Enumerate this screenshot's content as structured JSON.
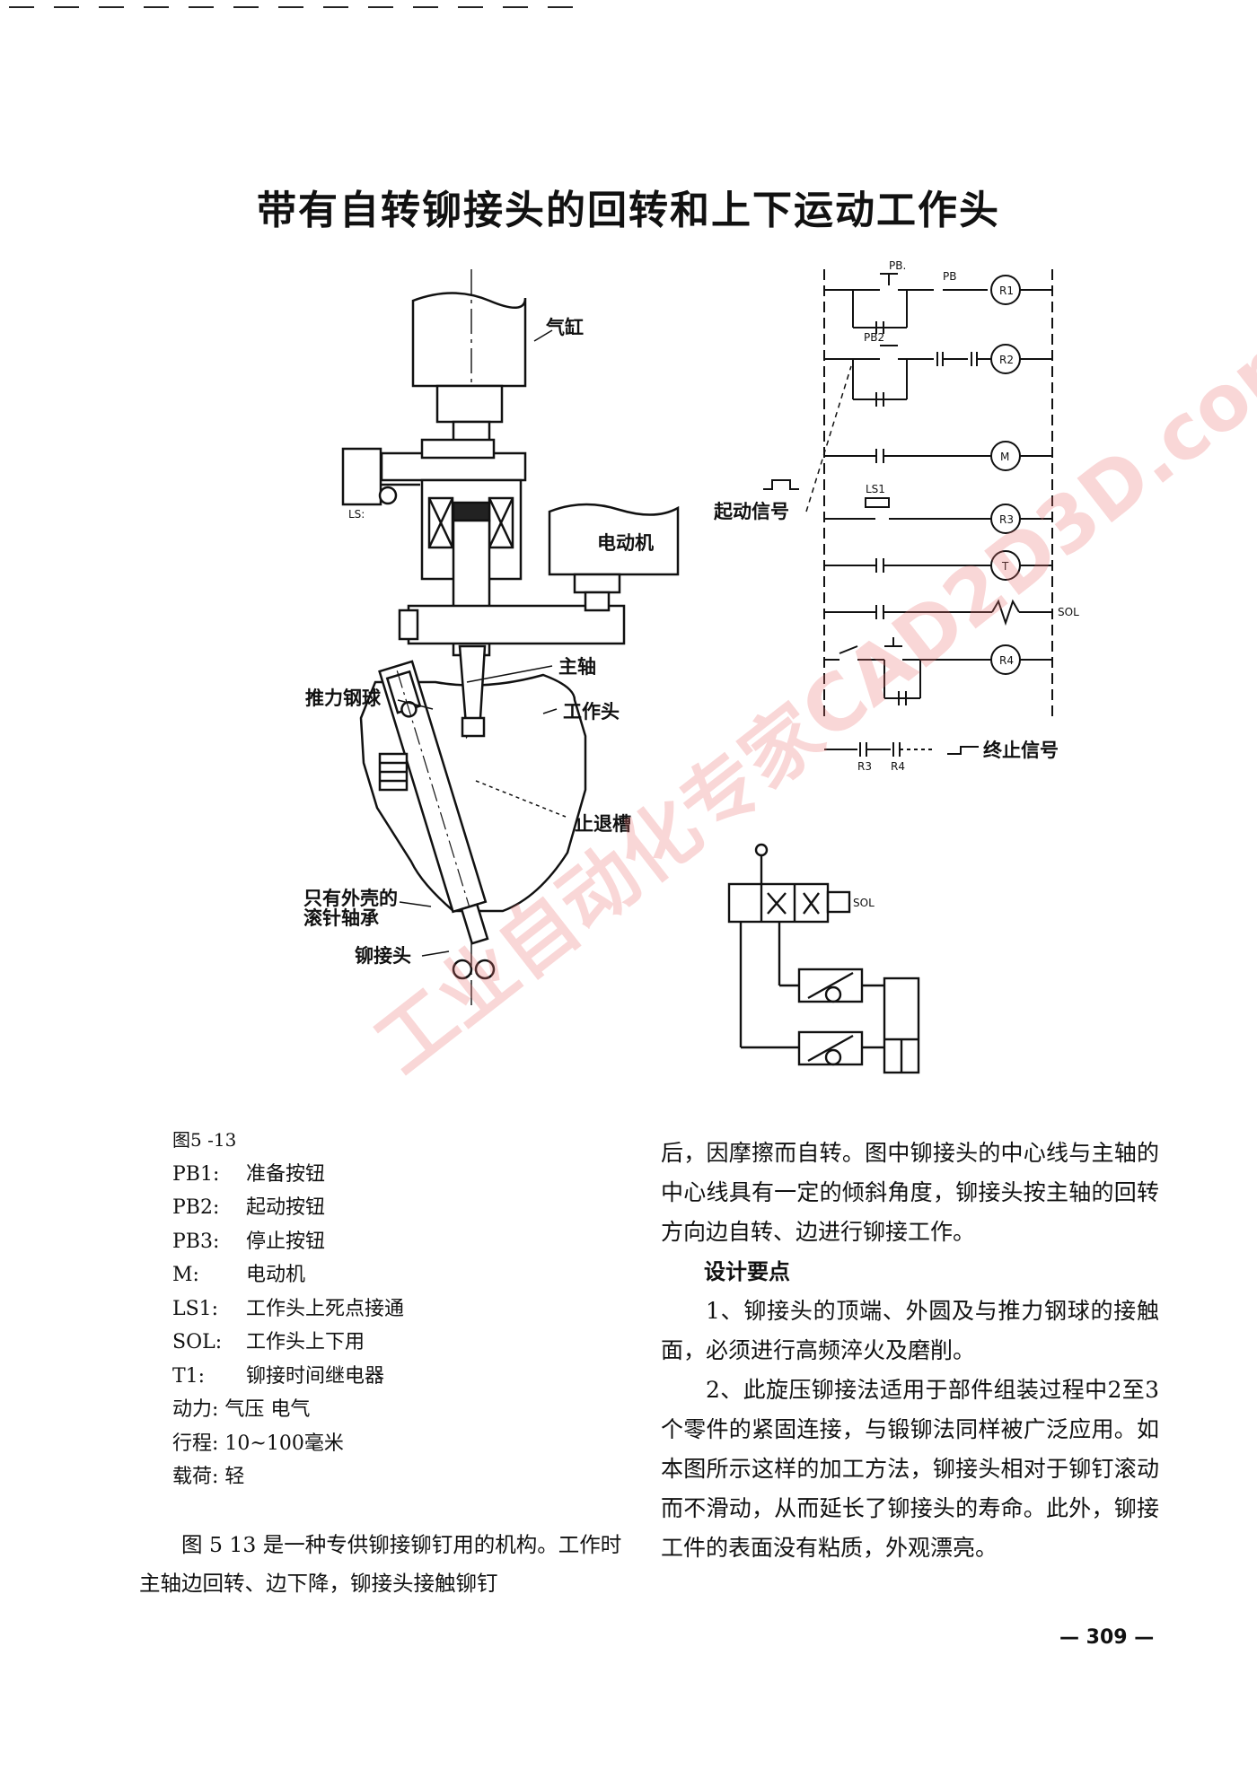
{
  "title": "带有自转铆接头的回转和上下运动工作头",
  "figure": {
    "labels": {
      "cylinder": "气缸",
      "ls": "LS:",
      "motor": "电动机",
      "spindle": "主轴",
      "thrust_ball": "推力钢球",
      "work_head": "工作头",
      "anti_back_groove": "止退槽",
      "bearing_line1": "只有外壳的",
      "bearing_line2": "滚针轴承",
      "rivet_head": "铆接头",
      "start_signal": "起动信号",
      "stop_signal": "终止信号",
      "sol": "SOL"
    },
    "circuit_tags": {
      "pb1": "PB.",
      "pb3": "PB",
      "pb2": "PB2",
      "r1": "R1",
      "r2": "R2",
      "r3": "R3",
      "r4": "R4",
      "m": "M",
      "t": "T",
      "ls1": "LS1",
      "sol": "SOL"
    }
  },
  "watermark": "工业自动化专家CAD2D3D.com",
  "legend": {
    "caption": "图5 -13",
    "items": [
      {
        "key": "PB1:",
        "desc": "准备按钮"
      },
      {
        "key": "PB2:",
        "desc": "起动按钮"
      },
      {
        "key": "PB3:",
        "desc": "停止按钮"
      },
      {
        "key": "M:",
        "desc": "电动机"
      },
      {
        "key": "LS1:",
        "desc": "工作头上死点接通"
      },
      {
        "key": "SOL:",
        "desc": "工作头上下用"
      },
      {
        "key": "T1:",
        "desc": "铆接时间继电器"
      }
    ],
    "power": "动力: 气压  电气",
    "stroke": "行程: 10~100毫米",
    "load": "载荷: 轻"
  },
  "left_paragraph": "图 5 13 是一种专供铆接铆钉用的机构。工作时主轴边回转、边下降，铆接头接触铆钉",
  "right_column": {
    "para1": "后，因摩擦而自转。图中铆接头的中心线与主轴的中心线具有一定的倾斜角度，铆接头按主轴的回转方向边自转、边进行铆接工作。",
    "heading": "设计要点",
    "point1": "1、铆接头的顶端、外圆及与推力钢球的接触面，必须进行高频淬火及磨削。",
    "point2": "2、此旋压铆接法适用于部件组装过程中2至3个零件的紧固连接，与锻铆法同样被广泛应用。如本图所示这样的加工方法，铆接头相对于铆钉滚动而不滑动，从而延长了铆接头的寿命。此外，铆接工件的表面没有粘质，外观漂亮。"
  },
  "page_number": "— 309 —"
}
